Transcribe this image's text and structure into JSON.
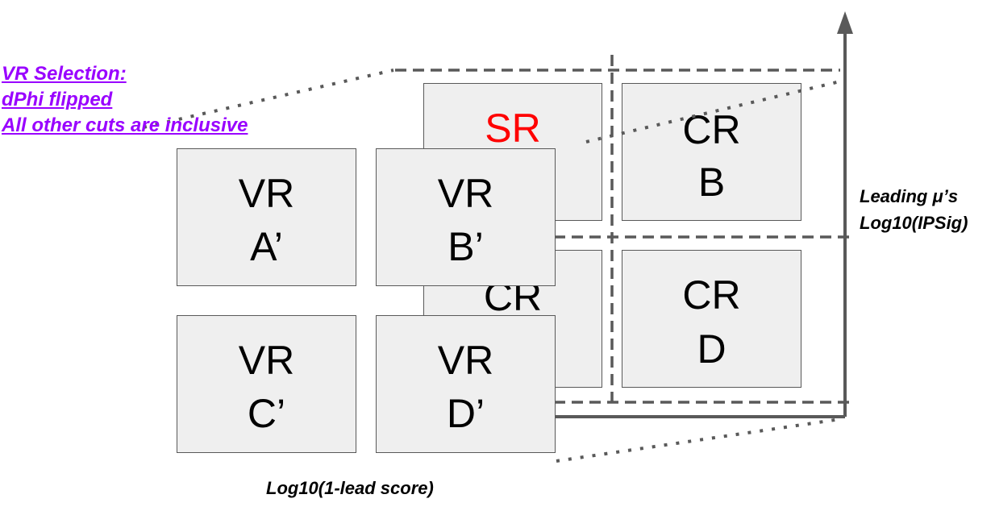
{
  "note": {
    "lines": [
      "VR Selection:",
      "dPhi flipped",
      "All other cuts are inclusive"
    ],
    "color": "#9900ff"
  },
  "axes": {
    "y_label_lines": [
      "Leading μ’s",
      "Log10(IPSig)"
    ],
    "x_label": "Log10(1-lead score)"
  },
  "back_plane": {
    "sr": {
      "label": "SR",
      "color": "#ff0000"
    },
    "cr_b": {
      "line1": "CR",
      "line2": "B"
    },
    "cr_c": {
      "line1": "CR"
    },
    "cr_d": {
      "line1": "CR",
      "line2": "D"
    }
  },
  "front_plane": {
    "vr_a": {
      "line1": "VR",
      "line2": "A’"
    },
    "vr_b": {
      "line1": "VR",
      "line2": "B’"
    },
    "vr_c": {
      "line1": "VR",
      "line2": "C’"
    },
    "vr_d": {
      "line1": "VR",
      "line2": "D’"
    }
  },
  "colors": {
    "box_fill": "#efefef",
    "line": "#595959",
    "text": "#000000"
  }
}
